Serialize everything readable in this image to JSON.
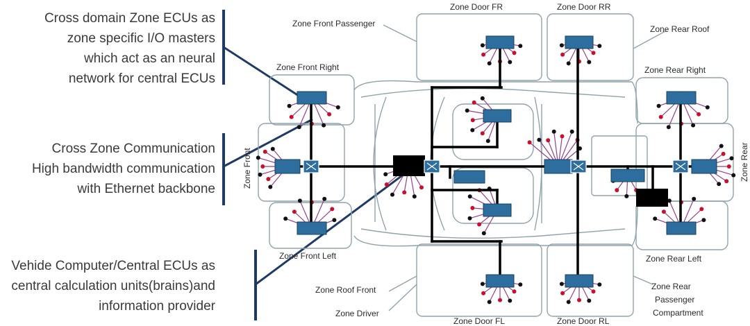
{
  "annotations": {
    "zonal": [
      "Cross domain Zone ECUs as",
      "zone specific I/O masters",
      "which act as an neural",
      "network for central ECUs"
    ],
    "backbone": [
      "Cross Zone Communication",
      "High bandwidth communication",
      "with Ethernet backbone"
    ],
    "central": [
      "Vehide Computer/Central ECUs as",
      "central calculation units(brains)and",
      "information provider"
    ]
  },
  "zones": {
    "door_fr": "Zone Door FR",
    "door_rr": "Zone Door RR",
    "front_passenger": "Zone Front Passenger",
    "rear_roof": "Zone Rear Roof",
    "front_right": "Zone Front Right",
    "rear_right": "Zone Rear Right",
    "front": "Zone Front",
    "rear": "Zone Rear",
    "front_left": "Zone Front Left",
    "rear_left": "Zone Rear Left",
    "roof_front": "Zone Roof Front",
    "driver": "Zone Driver",
    "door_fl": "Zone Door FL",
    "door_rl": "Zone Door RL",
    "rear_passenger_1": "Zone Rear",
    "rear_passenger_2": "Passenger",
    "rear_passenger_3": "Compartment"
  },
  "colors": {
    "ecu": "#2e6e9e",
    "backbone": "#000000",
    "outline": "#8fa3ad",
    "sensor_dot": "#c8102e",
    "sensor_wire": "#9a3d8c",
    "callout_bar": "#1f3b63"
  }
}
